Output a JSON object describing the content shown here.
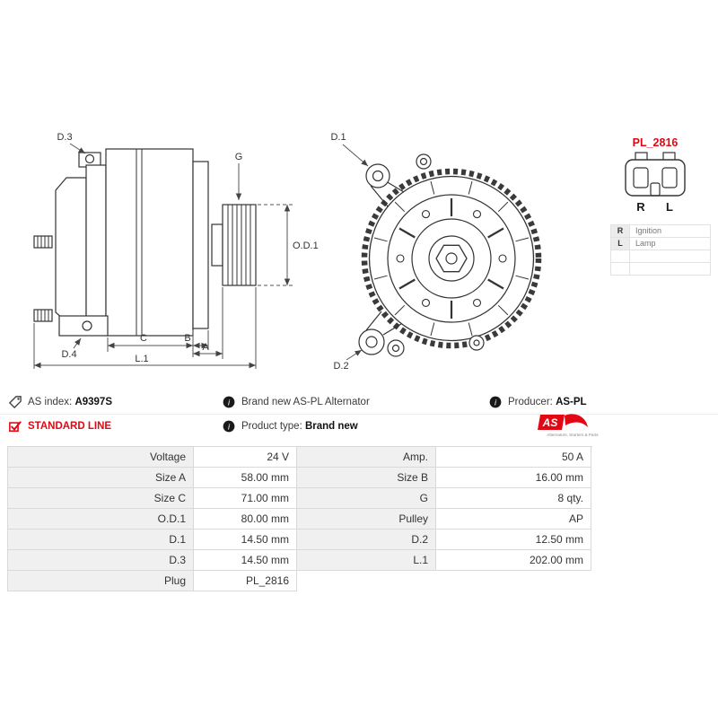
{
  "colors": {
    "accent_red": "#e30613",
    "table_label_bg": "#f0f0f0",
    "border": "#d9d9d9",
    "ink": "#333333"
  },
  "drawing": {
    "dims": {
      "d3": "D.3",
      "d4": "D.4",
      "g": "G",
      "od1": "O.D.1",
      "c": "C",
      "b": "B",
      "a": "A",
      "l1": "L.1",
      "d1": "D.1",
      "d2": "D.2"
    },
    "connector": {
      "code": "PL_2816",
      "pin_left": "R",
      "pin_right": "L"
    },
    "pin_table": {
      "rows": [
        {
          "key": "R",
          "value": "Ignition"
        },
        {
          "key": "L",
          "value": "Lamp"
        }
      ]
    }
  },
  "info": {
    "as_index": {
      "label": "AS index:",
      "value": "A9397S"
    },
    "brand": "Brand new AS-PL Alternator",
    "producer": {
      "label": "Producer:",
      "value": "AS-PL"
    },
    "line": "STANDARD LINE",
    "product_type": {
      "label": "Product type:",
      "value": "Brand new"
    },
    "logo": {
      "text": "AS",
      "tagline": "Alternators, Starters & Parts"
    }
  },
  "spec_table": {
    "rows": [
      {
        "l1": "Voltage",
        "v1": "24 V",
        "l2": "Amp.",
        "v2": "50 A"
      },
      {
        "l1": "Size A",
        "v1": "58.00 mm",
        "l2": "Size B",
        "v2": "16.00 mm"
      },
      {
        "l1": "Size C",
        "v1": "71.00 mm",
        "l2": "G",
        "v2": "8 qty."
      },
      {
        "l1": "O.D.1",
        "v1": "80.00 mm",
        "l2": "Pulley",
        "v2": "AP"
      },
      {
        "l1": "D.1",
        "v1": "14.50 mm",
        "l2": "D.2",
        "v2": "12.50 mm"
      },
      {
        "l1": "D.3",
        "v1": "14.50 mm",
        "l2": "L.1",
        "v2": "202.00 mm"
      },
      {
        "l1": "Plug",
        "v1": "PL_2816",
        "l2": "",
        "v2": ""
      }
    ]
  }
}
